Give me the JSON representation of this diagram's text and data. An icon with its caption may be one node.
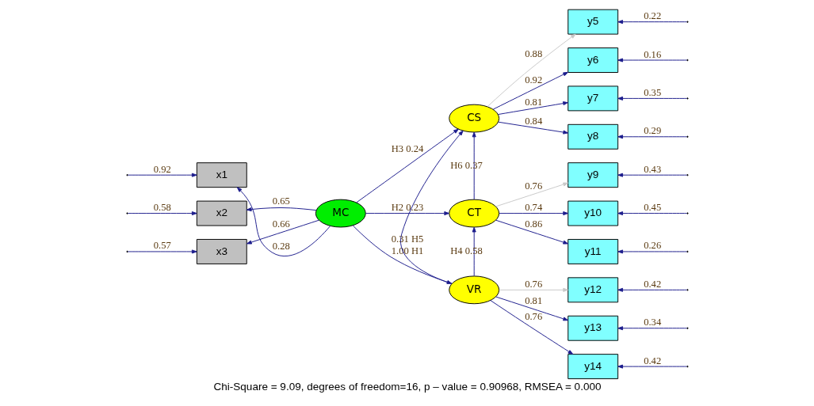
{
  "diagram": {
    "caption": "Chi-Square = 9.09, degrees of freedom=16, p – value = 0.90968, RMSEA = 0.000",
    "nodes": [
      {
        "text": [
          "x1"
        ]
      },
      {
        "text": [
          "x2"
        ]
      },
      {
        "text": [
          "x3"
        ]
      },
      {
        "text": [
          "MC"
        ]
      },
      {
        "text": [
          "CS"
        ]
      },
      {
        "text": [
          "CT"
        ]
      },
      {
        "text": [
          "VR"
        ]
      },
      {
        "text": [
          "y5"
        ]
      },
      {
        "text": [
          "y6"
        ]
      },
      {
        "text": [
          "y7"
        ]
      },
      {
        "text": [
          "y8"
        ]
      },
      {
        "text": [
          "y9"
        ]
      },
      {
        "text": [
          "y10"
        ]
      },
      {
        "text": [
          "y11"
        ]
      },
      {
        "text": [
          "y12"
        ]
      },
      {
        "text": [
          "y13"
        ]
      },
      {
        "text": [
          "y14"
        ]
      }
    ],
    "edges": [
      {
        "from": null,
        "to": 0,
        "arrow": "to",
        "label": "0.92"
      },
      {
        "from": null,
        "to": 1,
        "arrow": "to",
        "label": "0.58"
      },
      {
        "from": null,
        "to": 2,
        "arrow": "to",
        "label": "0.57"
      },
      {
        "from": 3,
        "to": 0,
        "arrow": "to",
        "label": "0.28"
      },
      {
        "from": 3,
        "to": 1,
        "arrow": "to",
        "label": "0.65"
      },
      {
        "from": 3,
        "to": 2,
        "arrow": "to",
        "label": "0.66"
      },
      {
        "from": 3,
        "to": 4,
        "arrow": "to",
        "label": "H3 0.24"
      },
      {
        "from": 3,
        "to": 5,
        "arrow": "to",
        "label": "H2 0.23"
      },
      {
        "from": 3,
        "to": 6,
        "arrow": "to",
        "label": "1.00 H1"
      },
      {
        "from": 5,
        "to": 4,
        "arrow": "to",
        "label": "H6 0.37"
      },
      {
        "from": 6,
        "to": 4,
        "arrow": "to",
        "label": "0.31 H5"
      },
      {
        "from": 6,
        "to": 5,
        "arrow": "to",
        "label": "H4 0.58"
      },
      {
        "from": 4,
        "to": 7,
        "arrow": "to",
        "label": "0.88",
        "color": "#c8c8c8"
      },
      {
        "from": 4,
        "to": 8,
        "arrow": "to",
        "label": "0.92"
      },
      {
        "from": 4,
        "to": 9,
        "arrow": "to",
        "label": "0.81"
      },
      {
        "from": 4,
        "to": 10,
        "arrow": "to",
        "label": "0.84"
      },
      {
        "from": 5,
        "to": 11,
        "arrow": "to",
        "label": "0.76",
        "color": "#c8c8c8"
      },
      {
        "from": 5,
        "to": 12,
        "arrow": "to",
        "label": "0.74"
      },
      {
        "from": 5,
        "to": 13,
        "arrow": "to",
        "label": "0.86"
      },
      {
        "from": 6,
        "to": 14,
        "arrow": "to",
        "label": "0.76",
        "color": "#c8c8c8"
      },
      {
        "from": 6,
        "to": 15,
        "arrow": "to",
        "label": "0.81"
      },
      {
        "from": 6,
        "to": 16,
        "arrow": "to",
        "label": "0.76"
      },
      {
        "from": null,
        "to": 7,
        "arrow": "to",
        "label": "0.22"
      },
      {
        "from": null,
        "to": 8,
        "arrow": "to",
        "label": "0.16"
      },
      {
        "from": null,
        "to": 9,
        "arrow": "to",
        "label": "0.35"
      },
      {
        "from": null,
        "to": 10,
        "arrow": "to",
        "label": "0.29"
      },
      {
        "from": null,
        "to": 11,
        "arrow": "to",
        "label": "0.43"
      },
      {
        "from": null,
        "to": 12,
        "arrow": "to",
        "label": "0.45"
      },
      {
        "from": null,
        "to": 13,
        "arrow": "to",
        "label": "0.26"
      },
      {
        "from": null,
        "to": 14,
        "arrow": "to",
        "label": "0.42"
      },
      {
        "from": null,
        "to": 15,
        "arrow": "to",
        "label": "0.34"
      },
      {
        "from": null,
        "to": 16,
        "arrow": "to",
        "label": "0.42"
      }
    ]
  }
}
